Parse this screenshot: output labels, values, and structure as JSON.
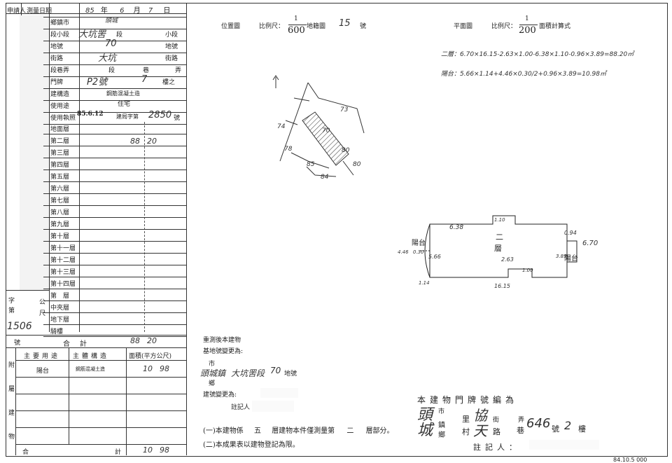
{
  "left_table": {
    "applicant_label": "申請人",
    "date_label": "測量日期",
    "date_value": [
      "85",
      "年",
      "6",
      "月",
      "7",
      "日"
    ],
    "rows": [
      {
        "label": "鄉鎮市",
        "value": "頭城",
        "unit": ""
      },
      {
        "label": "段小段",
        "value": "大坑罟",
        "unit": "段",
        "unit2": "小段"
      },
      {
        "label": "地號",
        "value": "70",
        "unit": "地號"
      },
      {
        "label": "街路",
        "value": "大坑",
        "unit": "街路"
      },
      {
        "label": "段巷弄",
        "value": "",
        "unit": "段",
        "unit2": "巷",
        "unit3": "弄"
      },
      {
        "label": "門牌",
        "value": "P2號",
        "unit": "7",
        "unit2": "樓之"
      },
      {
        "label": "建構造",
        "value": "鋼筋混凝土造",
        "unit": ""
      },
      {
        "label": "使用途",
        "value": "住宅",
        "unit": ""
      },
      {
        "label": "使用執照",
        "value": "85.6.12",
        "unit": "建局字第",
        "unit2": "2850",
        "unit3": "號"
      }
    ],
    "floors": [
      "地面層",
      "第二層",
      "第三層",
      "第四層",
      "第五層",
      "第六層",
      "第七層",
      "第八層",
      "第九層",
      "第十層",
      "第十一層",
      "第十二層",
      "第十三層",
      "第十四層",
      "第　層",
      "中夾層",
      "地下層",
      "騎樓"
    ],
    "floor2_area": [
      "88",
      "20"
    ],
    "total_label": "合計",
    "total_area": [
      "88",
      "20"
    ],
    "side_labels": {
      "zi": "字",
      "di": "第",
      "hao": "號",
      "gong": "公",
      "chi": "尺",
      "num": "1506"
    },
    "attach_header": {
      "col1": "主要用途",
      "col2": "主體構造",
      "col3": "面積(平方公尺)"
    },
    "attach_side": [
      "附",
      "屬",
      "建",
      "物"
    ],
    "attach_rows": [
      {
        "use": "陽台",
        "struct": "鋼筋混凝土造",
        "area": [
          "10",
          "98"
        ]
      },
      {
        "use": "",
        "struct": "",
        "area": [
          "",
          ""
        ]
      },
      {
        "use": "",
        "struct": "",
        "area": [
          "",
          ""
        ]
      },
      {
        "use": "",
        "struct": "",
        "area": [
          "",
          ""
        ]
      },
      {
        "use": "",
        "struct": "",
        "area": [
          "",
          ""
        ]
      }
    ],
    "attach_total": {
      "label": "合",
      "label2": "計",
      "area": [
        "10",
        "98"
      ]
    }
  },
  "location_map": {
    "title": "位置圖",
    "scale_label": "比例尺：",
    "scale_num": "1",
    "scale_den": "600",
    "map_label": "地籍圖",
    "map_num": "15",
    "map_unit": "號",
    "parcels": [
      "73",
      "70",
      "74",
      "78",
      "85",
      "84",
      "80",
      "80"
    ]
  },
  "plan": {
    "title": "平面圖",
    "scale_label": "比例尺：",
    "scale_num": "1",
    "scale_den": "200",
    "calc_label": "面積計算式",
    "calc_line1": "二層：6.70×16.15-2.63×1.00-6.38×1.10-0.96×3.89=88.20㎡",
    "calc_line2": "陽台：5.66×1.14+4.46×0.30/2+0.96×3.89=10.98㎡",
    "floor_label_top": "二",
    "floor_label_bottom": "層",
    "balcony_left": "陽台",
    "balcony_right": "陽台",
    "dims": {
      "d638": "6.38",
      "d110": "1.10",
      "d094": "0.94",
      "d670": "6.70",
      "d446": "4.46",
      "d030": "0.30",
      "d566": "5.66",
      "d263": "2.63",
      "d100": "1.00",
      "d114": "1.14",
      "d1615": "16.15",
      "d389": "3.89"
    }
  },
  "notes": {
    "remeasure": "重測後本建物",
    "base_change": "基地號變更為:",
    "city": "市",
    "town": "頭城鎮",
    "section": "大坑罟段",
    "lot": "70",
    "lot_label": "地號",
    "xiang": "鄉",
    "bldg_change": "建號變更為:",
    "recorder": "註記人",
    "note1_prefix": "(一)本建物係",
    "note1_floors": "五",
    "note1_mid": "層建物本件僅測量第",
    "note1_floor": "二",
    "note1_suffix": "層部分。",
    "note2": "(二)本成果表以建物登記為限。"
  },
  "address_block": {
    "title": "本建物門牌號編為",
    "shi": "市",
    "zhen": "鎮",
    "xiang": "鄉",
    "city": "頭城",
    "li": "里",
    "cun": "村",
    "li_name": "協天",
    "jie": "街",
    "lu": "路",
    "nong": "弄",
    "xiang2": "巷",
    "num": "646",
    "hao": "號",
    "floor": "2",
    "lou": "樓",
    "recorder": "註記人：",
    "stamp_date": "84.10.5 000"
  }
}
